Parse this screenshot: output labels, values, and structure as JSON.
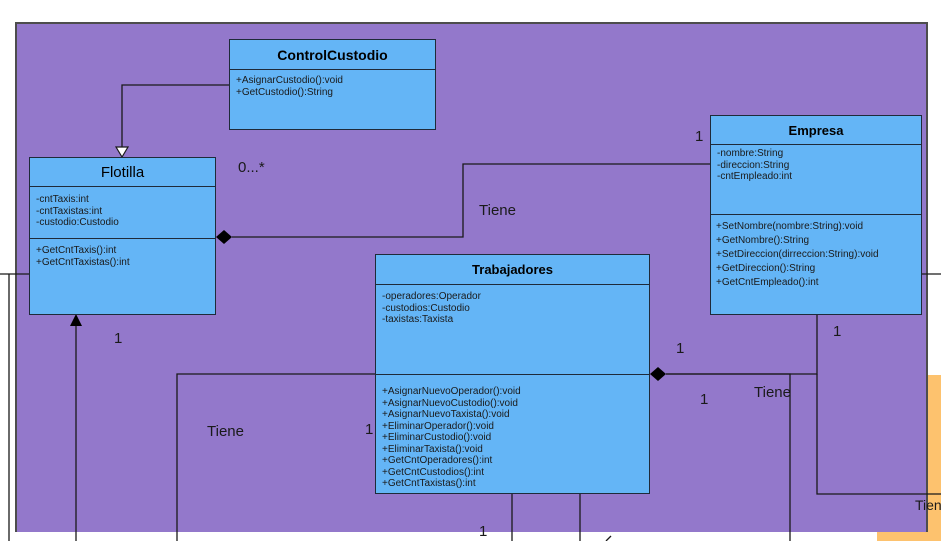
{
  "classes": {
    "control": {
      "name": "ControlCustodio",
      "attributes": [],
      "methods": [
        "+AsignarCustodio():void",
        "+GetCustodio():String"
      ]
    },
    "flotilla": {
      "name": "Flotilla",
      "attributes": [
        "-cntTaxis:int",
        "-cntTaxistas:int",
        "-custodio:Custodio"
      ],
      "methods": [
        "+GetCntTaxis():int",
        "+GetCntTaxistas():int"
      ]
    },
    "empresa": {
      "name": "Empresa",
      "attributes": [
        "-nombre:String",
        "-direccion:String",
        "-cntEmpleado:int"
      ],
      "methods": [
        "+SetNombre(nombre:String):void",
        "+GetNombre():String",
        "+SetDireccion(dirreccion:String):void",
        "+GetDireccion():String",
        "+GetCntEmpleado():int"
      ]
    },
    "trabajadores": {
      "name": "Trabajadores",
      "attributes": [
        "-operadores:Operador",
        "-custodios:Custodio",
        "-taxistas:Taxista"
      ],
      "methods": [
        "+AsignarNuevoOperador():void",
        "+AsignarNuevoCustodio():void",
        "+AsignarNuevoTaxista():void",
        "+EliminarOperador():void",
        "+EliminarCustodio():void",
        "+EliminarTaxista():void",
        "+GetCntOperadores():int",
        "+GetCntCustodios():int",
        "+GetCntTaxistas():int"
      ]
    }
  },
  "labels": {
    "mult_zero_many": "0...*",
    "mult_empresa_1": "1",
    "tiene_flotilla_empresa": "Tiene",
    "mult_flotilla_1": "1",
    "tiene_left": "Tiene",
    "mult_trab_left_1": "1",
    "mult_trab_right_1": "1",
    "mult_trab_right_1b": "1",
    "tiene_trab_empresa": "Tiene",
    "mult_empresa_bottom_1": "1",
    "tiene_edge": "Tien",
    "mult_bottom_1": "1"
  },
  "colors": {
    "container": "#9378cb",
    "class_fill": "#64b5f6",
    "orange_box": "#fdc26e",
    "line": "#1a1a1a"
  }
}
